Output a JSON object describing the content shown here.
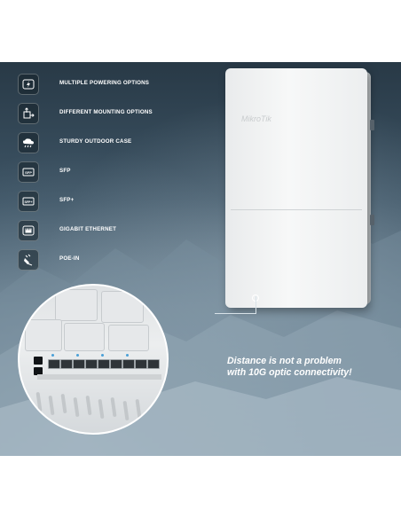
{
  "features": [
    {
      "icon": "lightning-icon",
      "label": "MULTIPLE POWERING OPTIONS"
    },
    {
      "icon": "mount-arrow-icon",
      "label": "DIFFERENT MOUNTING OPTIONS"
    },
    {
      "icon": "cloud-rain-icon",
      "label": "STURDY OUTDOOR CASE"
    },
    {
      "icon": "sfp-icon",
      "label": "SFP",
      "badge": "SFP"
    },
    {
      "icon": "sfp-plus-icon",
      "label": "SFP+",
      "badge": "SFP+"
    },
    {
      "icon": "ethernet-port-icon",
      "label": "GIGABIT ETHERNET"
    },
    {
      "icon": "power-plug-icon",
      "label": "POE-IN"
    }
  ],
  "device": {
    "logo": "MikroTik"
  },
  "tagline": {
    "line1": "Distance is not a problem",
    "line2": "with 10G optic connectivity!"
  },
  "colors": {
    "banner_top": "#283946",
    "banner_bottom": "#7f96a6",
    "accent": "#ffffff"
  }
}
